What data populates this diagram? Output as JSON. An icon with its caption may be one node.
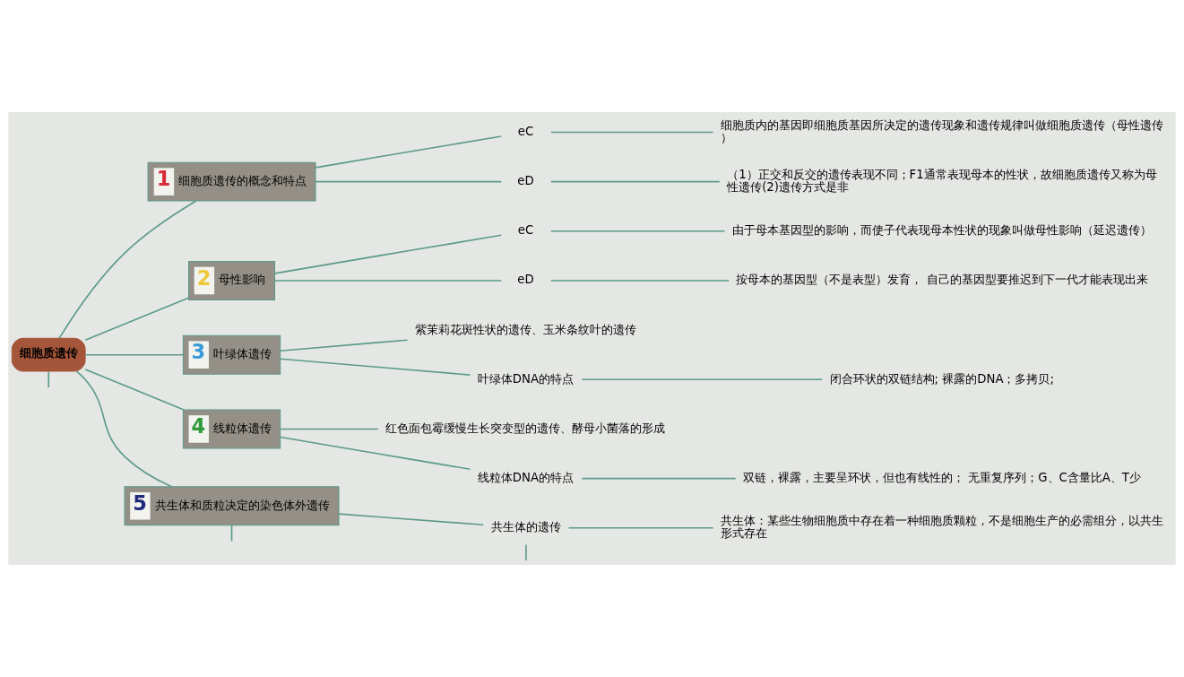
{
  "diagram": {
    "nodes": [
      {
        "text": [
          "细胞质遗传"
        ]
      },
      {
        "text": [
          "1",
          "细胞质遗传的概念和特点"
        ]
      },
      {
        "text": [
          "eC"
        ]
      },
      {
        "text": [
          "细胞质内的基因即细胞质基因所决定的遗传现象和遗传规律叫做细胞质遗传（母性遗传）"
        ]
      },
      {
        "text": [
          "eD"
        ]
      },
      {
        "text": [
          "（1）正交和反交的遗传表现不同；F1通常表现母本的性状，故细胞质遗传又称为母性遗传(2)遗传方式是非"
        ]
      },
      {
        "text": [
          "2",
          "母性影响"
        ]
      },
      {
        "text": [
          "eC"
        ]
      },
      {
        "text": [
          "由于母本基因型的影响，而使子代表现母本性状的现象叫做母性影响（延迟遗传）"
        ]
      },
      {
        "text": [
          "eD"
        ]
      },
      {
        "text": [
          "按母本的基因型（不是表型）发育， 自己的基因型要推迟到下一代才能表现出来"
        ]
      },
      {
        "text": [
          "3",
          "叶绿体遗传"
        ]
      },
      {
        "text": [
          "紫茉莉花斑性状的遗传、玉米条纹叶的遗传"
        ]
      },
      {
        "text": [
          "叶绿体DNA的特点"
        ]
      },
      {
        "text": [
          "闭合环状的双链结构; 裸露的DNA；多拷贝;"
        ]
      },
      {
        "text": [
          "4",
          "线粒体遗传"
        ]
      },
      {
        "text": [
          "红色面包霉缓慢生长突变型的遗传、酵母小菌落的形成"
        ]
      },
      {
        "text": [
          "线粒体DNA的特点"
        ]
      },
      {
        "text": [
          "双链，裸露，主要呈环状，但也有线性的； 无重复序列；G、C含量比A、T少"
        ]
      },
      {
        "text": [
          "5",
          "共生体和质粒决定的染色体外遗传"
        ]
      },
      {
        "text": [
          "共生体的遗传"
        ]
      },
      {
        "text": [
          "共生体：某些生物细胞质中存在着一种细胞质颗粒，不是细胞生产的必需组分，以共生形式存在"
        ]
      }
    ],
    "edges": [
      {
        "from": 0,
        "to": 1,
        "arrow": "none"
      },
      {
        "from": 1,
        "to": 2,
        "arrow": "none"
      },
      {
        "from": 2,
        "to": 3,
        "arrow": "none"
      },
      {
        "from": 1,
        "to": 4,
        "arrow": "none"
      },
      {
        "from": 4,
        "to": 5,
        "arrow": "none"
      },
      {
        "from": 0,
        "to": 6,
        "arrow": "none"
      },
      {
        "from": 6,
        "to": 7,
        "arrow": "none"
      },
      {
        "from": 7,
        "to": 8,
        "arrow": "none"
      },
      {
        "from": 6,
        "to": 9,
        "arrow": "none"
      },
      {
        "from": 9,
        "to": 10,
        "arrow": "none"
      },
      {
        "from": 0,
        "to": 11,
        "arrow": "none"
      },
      {
        "from": 11,
        "to": 12,
        "arrow": "none"
      },
      {
        "from": 11,
        "to": 13,
        "arrow": "none"
      },
      {
        "from": 13,
        "to": 14,
        "arrow": "none"
      },
      {
        "from": 0,
        "to": 15,
        "arrow": "none"
      },
      {
        "from": 15,
        "to": 16,
        "arrow": "none"
      },
      {
        "from": 15,
        "to": 17,
        "arrow": "none"
      },
      {
        "from": 17,
        "to": 18,
        "arrow": "none"
      },
      {
        "from": 0,
        "to": 19,
        "arrow": "none"
      },
      {
        "from": 19,
        "to": 20,
        "arrow": "none"
      },
      {
        "from": 20,
        "to": 21,
        "arrow": "none"
      },
      {
        "from": 20,
        "to": null,
        "arrow": "none"
      },
      {
        "from": 19,
        "to": null,
        "arrow": "none"
      },
      {
        "from": 0,
        "to": null,
        "arrow": "none"
      }
    ]
  }
}
